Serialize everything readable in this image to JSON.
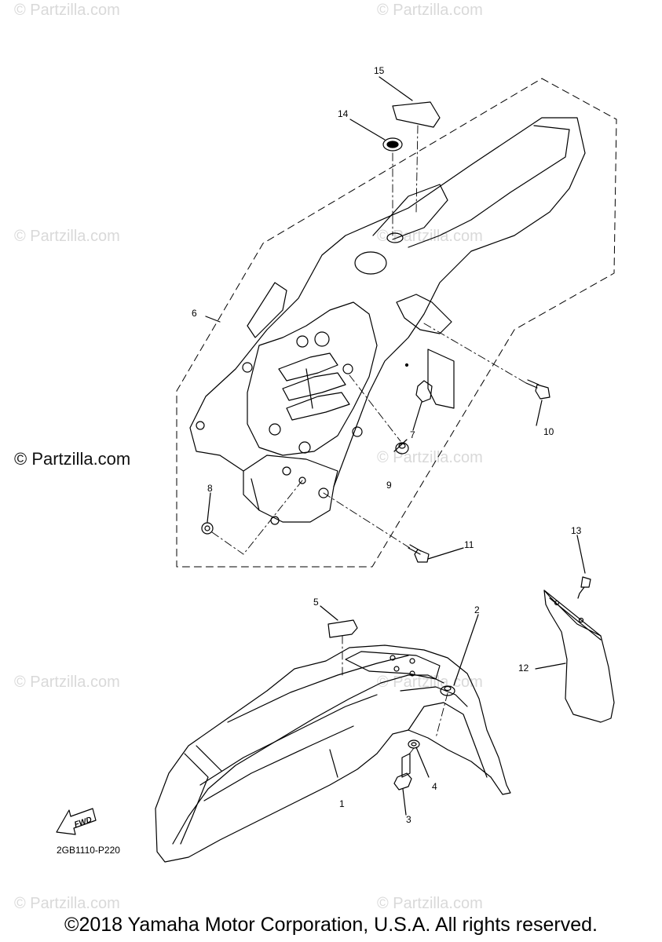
{
  "watermark": {
    "text": "© Partzilla.com",
    "main_text": "© Partzilla.com"
  },
  "callouts": [
    "1",
    "2",
    "3",
    "4",
    "5",
    "6",
    "7",
    "8",
    "9",
    "10",
    "11",
    "12",
    "13",
    "14",
    "15"
  ],
  "diagram_code": "2GB1110-P220",
  "fwd_label": "FWD",
  "copyright": "©2018 Yamaha Motor Corporation, U.S.A. All rights reserved."
}
